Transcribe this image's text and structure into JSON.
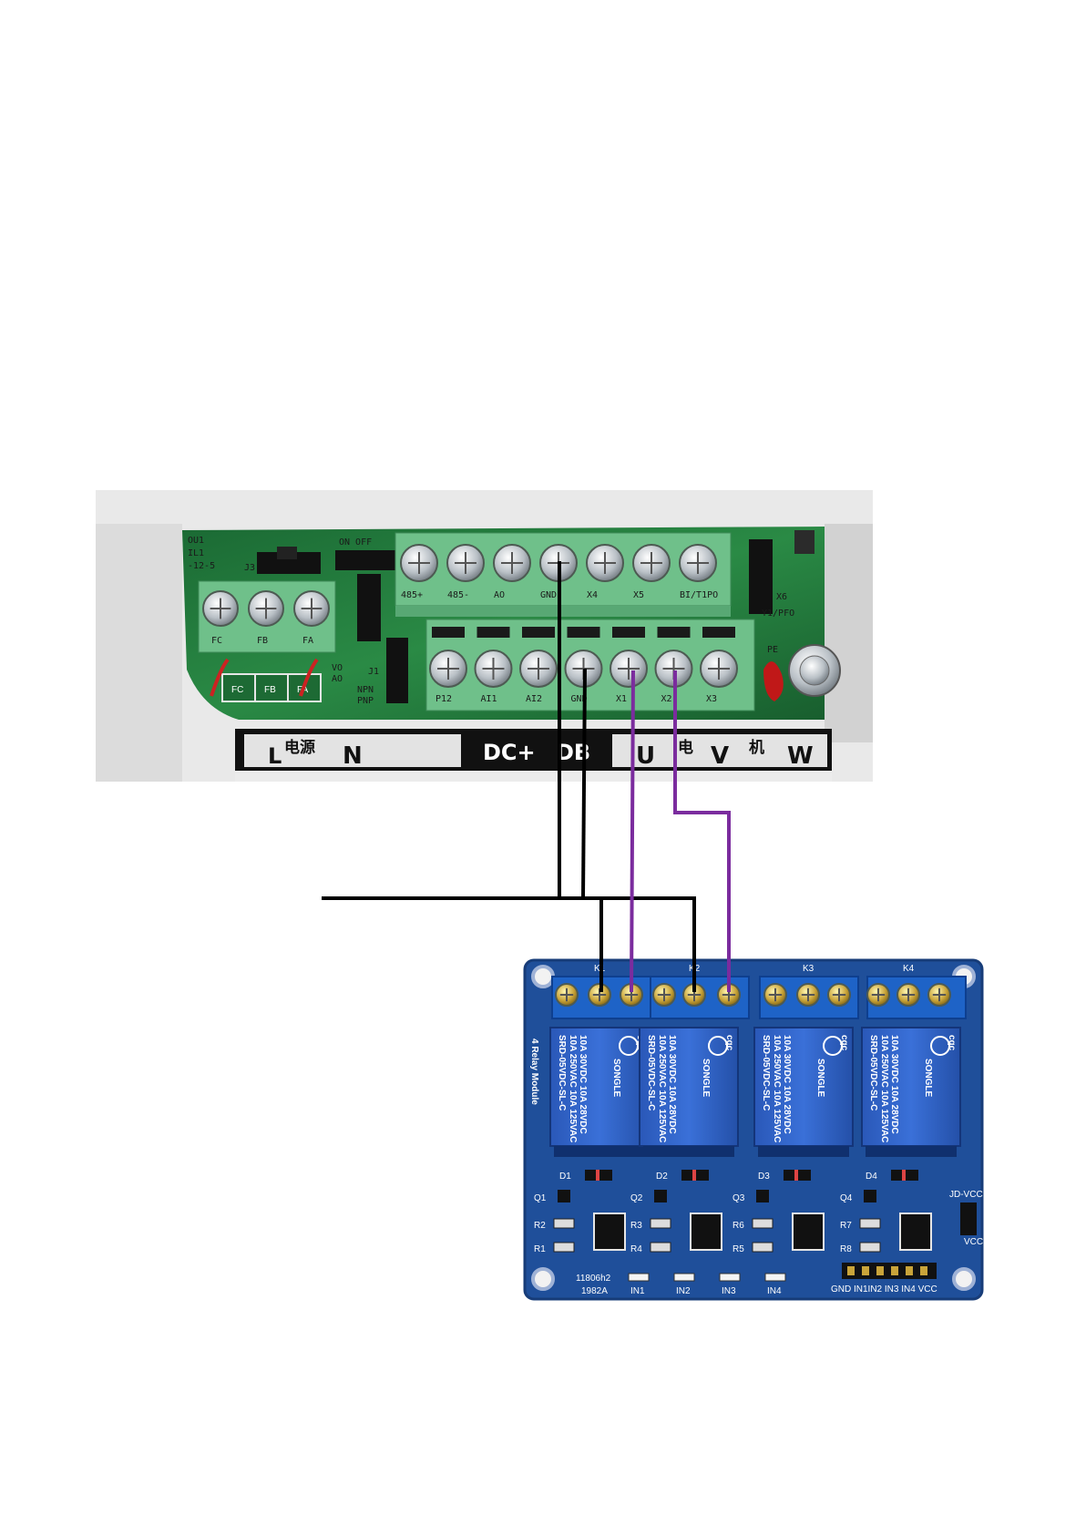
{
  "vfd": {
    "top_terminals": [
      "485+",
      "485-",
      "AO",
      "GND",
      "X4",
      "X5",
      "BI/T1PO"
    ],
    "bottom_terminals": [
      "P12",
      "AI1",
      "AI2",
      "GND",
      "X1",
      "X2",
      "X3"
    ],
    "relay_terminals": [
      "FC",
      "FB",
      "FA"
    ],
    "relay_legend": [
      "FC",
      "FB",
      "FA"
    ],
    "jumper_labels": {
      "ou1": "OU1",
      "il1": "IL1",
      "r": "-12-5",
      "j3": "J3",
      "onoff": "ON OFF",
      "vo": "VO",
      "ao": "AO",
      "npn": "NPN",
      "pnp": "PNP",
      "j1": "J1",
      "x6": "X6",
      "y1": "Y1/PFO",
      "pe": "PE"
    },
    "power_strip": {
      "l": "L",
      "power_cn": "电源",
      "n": "N",
      "dc_plus": "DC+",
      "db": "DB",
      "u": "U",
      "motor_cn_1": "电",
      "v": "V",
      "motor_cn_2": "机",
      "w": "W"
    }
  },
  "relay_module": {
    "channel_labels": [
      "K1",
      "K2",
      "K3",
      "K4"
    ],
    "relay_text": {
      "line1": "10A 250VAC 10A 125VAC",
      "line2": "10A 30VDC 10A 28VDC",
      "model": "SRD-05VDC-SL-C",
      "brand": "SONGLE",
      "cqc": "cqc"
    },
    "side_text": "4 Relay Module",
    "diode_labels": [
      "D1",
      "D2",
      "D3",
      "D4"
    ],
    "transistor_labels": [
      "Q1",
      "Q2",
      "Q3",
      "Q4"
    ],
    "resistor_labels": [
      "R2",
      "R1",
      "R3",
      "R4",
      "R6",
      "R5",
      "R7",
      "R8"
    ],
    "input_labels": [
      "IN1",
      "IN2",
      "IN3",
      "IN4"
    ],
    "header_pins": "GND IN1IN2 IN3 IN4 VCC",
    "jd_vcc": "JD-VCC",
    "vcc": "VCC",
    "board_code_1": "11806h2",
    "board_code_2": "1982A"
  },
  "colors": {
    "wire_black": "#000000",
    "wire_purple": "#7b2c9e",
    "pcb_green": "#1f7a3a",
    "terminal_green": "#6fc08a",
    "relay_board": "#1f4f9a",
    "relay_blue": "#2f62c8",
    "terminal_blue": "#1e63c7",
    "housing": "#e8e8e8"
  }
}
